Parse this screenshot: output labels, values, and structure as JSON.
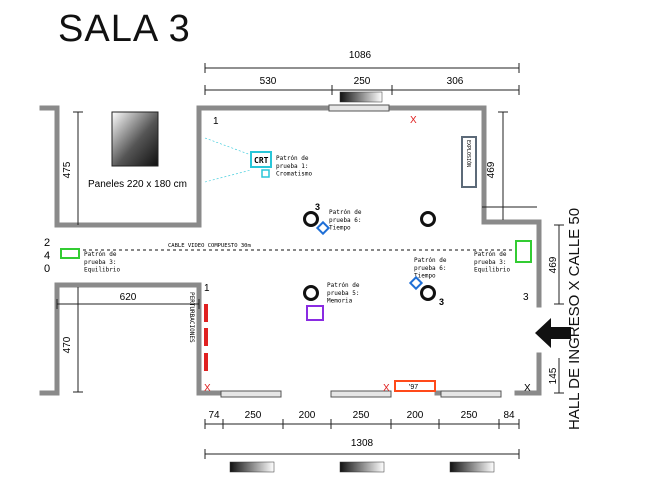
{
  "title": "SALA 3",
  "entrance_label": "HALL DE INGRESO X CALLE 50",
  "colors": {
    "wall": "#8a8a8a",
    "cyan": "#29c6d8",
    "blue": "#1f6fd6",
    "green": "#33cc33",
    "purple": "#8a2be2",
    "red": "#e02020",
    "orange": "#ff4a1a",
    "slate": "#5c6a78"
  },
  "dimensions": {
    "top_total": "1086",
    "top_segments": [
      "530",
      "250",
      "306"
    ],
    "bottom_segments": [
      "74",
      "250",
      "200",
      "250",
      "200",
      "250",
      "84"
    ],
    "bottom_total": "1308",
    "left_upper": "475",
    "left_corridor": "240",
    "left_lower": "470",
    "corridor_width": "620",
    "right_upper": "469",
    "right_middle": "469",
    "right_lower": "145"
  },
  "panels_label": "Paneles 220 x 180 cm",
  "crt_label": "CRT",
  "cable_label": "CABLE VIDEO COMPUESTO 30m",
  "explosion_label": "EXPLOSIÓN",
  "perturbaciones_label": "PERTURBACIONES",
  "year_box_label": "'97",
  "stations": {
    "cromatismo": "Patrón de\nprueba 1:\nCromatismo",
    "tiempo_top": "Patrón de\nprueba 6:\nTiempo",
    "equilibrio_left": "Patrón de\nprueba 3:\nEquilibrio",
    "equilibrio_right": "Patrón de\nprueba 3:\nEquilibrio",
    "tiempo_bottom": "Patrón de\nprueba 6:\nTiempo",
    "memoria": "Patrón de\nprueba 5:\nMemoria"
  },
  "markers": {
    "one_top": "1",
    "one_mid": "1",
    "three_right": "3",
    "three_circle_top": "3",
    "three_circle_bottom": "3",
    "x_mark": "X"
  }
}
